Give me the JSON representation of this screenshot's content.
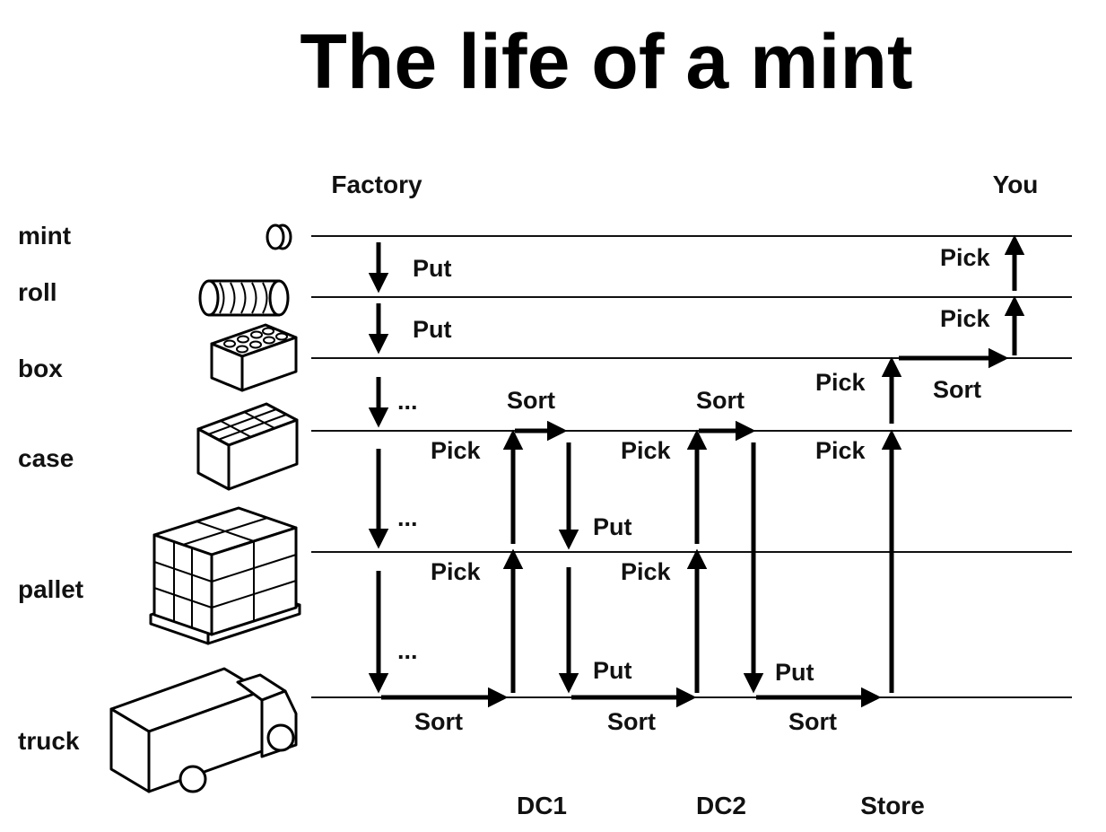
{
  "title": "The life of a mint",
  "columns": {
    "factory": "Factory",
    "you": "You",
    "dc1": "DC1",
    "dc2": "DC2",
    "store": "Store"
  },
  "levels": [
    {
      "key": "mint",
      "label": "mint",
      "icon": "mint-icon"
    },
    {
      "key": "roll",
      "label": "roll",
      "icon": "roll-icon"
    },
    {
      "key": "box",
      "label": "box",
      "icon": "box-icon"
    },
    {
      "key": "case",
      "label": "case",
      "icon": "case-icon"
    },
    {
      "key": "pallet",
      "label": "pallet",
      "icon": "pallet-icon"
    },
    {
      "key": "truck",
      "label": "truck",
      "icon": "truck-icon"
    }
  ],
  "operations": {
    "put": "Put",
    "pick": "Pick",
    "sort": "Sort",
    "ellipsis": "..."
  }
}
